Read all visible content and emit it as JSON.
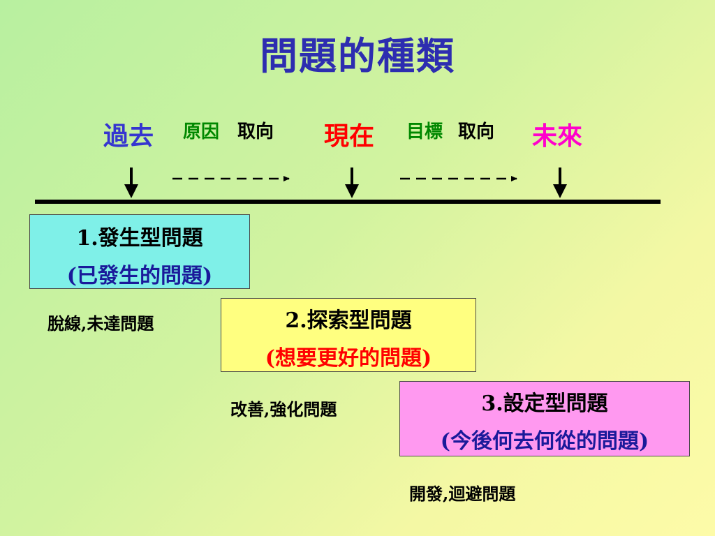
{
  "title": "問題的種類",
  "timeline": {
    "past": "過去",
    "present": "現在",
    "future": "未來",
    "orientation_1": {
      "keyword": "原因",
      "suffix": "取向"
    },
    "orientation_2": {
      "keyword": "目標",
      "suffix": "取向"
    }
  },
  "boxes": [
    {
      "heading": "1.發生型問題",
      "subtitle": "(已發生的問題)",
      "note": "脫線,未達問題"
    },
    {
      "heading": "2.探索型問題",
      "subtitle": "(想要更好的問題)",
      "note": "改善,強化問題"
    },
    {
      "heading": "3.設定型問題",
      "subtitle": "(今後何去何從的問題)",
      "note": "開發,迴避問題"
    }
  ],
  "colors": {
    "title": "#2d2db0",
    "past": "#3535d0",
    "present": "#ff0000",
    "future": "#ff00cc",
    "orientation_keyword": "#008800",
    "box1_fill": "#7ff0e8",
    "box2_fill": "#ffff80",
    "box3_fill": "#ff99f0",
    "box1_subtitle": "#1a1a9a",
    "box2_subtitle": "#ff0000",
    "box3_subtitle": "#1a1a9a"
  }
}
